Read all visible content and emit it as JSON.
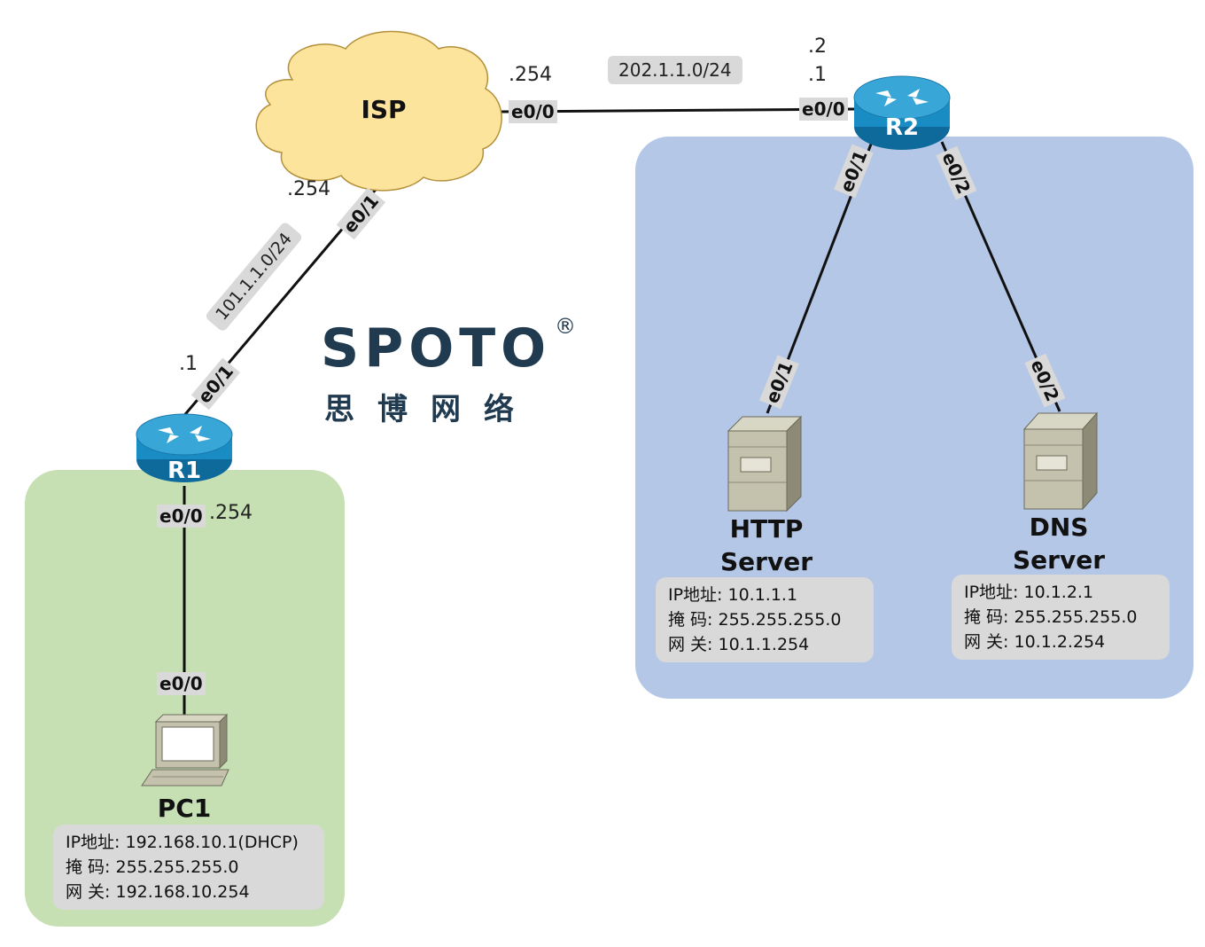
{
  "zones": {
    "left_color": "#c6e0b4",
    "right_color": "#b4c7e7"
  },
  "logo": {
    "brand": "SPOTO",
    "registered_mark": "®",
    "chinese": "思博网络",
    "color": "#203a4f"
  },
  "devices": {
    "isp": {
      "label": "ISP",
      "icon": "cloud-icon",
      "color": "#fde49c"
    },
    "r1": {
      "label": "R1",
      "icon": "router-icon",
      "color": "#1a8cc4"
    },
    "r2": {
      "label": "R2",
      "icon": "router-icon",
      "color": "#1a8cc4"
    },
    "http_server": {
      "label_line1": "HTTP",
      "label_line2": "Server",
      "icon": "server-icon"
    },
    "dns_server": {
      "label_line1": "DNS",
      "label_line2": "Server",
      "icon": "server-icon"
    },
    "pc1": {
      "label": "PC1",
      "icon": "pc-icon"
    }
  },
  "links": {
    "isp_r2": {
      "subnet": "202.1.1.0/24",
      "isp_port": "e0/0",
      "isp_ip": ".254",
      "r2_port": "e0/0",
      "r2_ip_top": ".2",
      "r2_ip": ".1"
    },
    "isp_r1": {
      "subnet": "101.1.1.0/24",
      "isp_port": "e0/1",
      "isp_ip": ".254",
      "r1_port": "e0/1",
      "r1_ip": ".1"
    },
    "r1_pc1": {
      "r1_port": "e0/0",
      "r1_ip": ".254",
      "pc_port": "e0/0"
    },
    "r2_http": {
      "r2_port": "e0/1",
      "server_port": "e0/1"
    },
    "r2_dns": {
      "r2_port": "e0/2",
      "server_port": "e0/2"
    }
  },
  "info": {
    "http": {
      "ip": "IP地址: 10.1.1.1",
      "mask": "掩   码: 255.255.255.0",
      "gw": "网   关: 10.1.1.254"
    },
    "dns": {
      "ip": "IP地址: 10.1.2.1",
      "mask": "掩   码: 255.255.255.0",
      "gw": "网   关: 10.1.2.254"
    },
    "pc1": {
      "ip": "IP地址: 192.168.10.1(DHCP)",
      "mask": "掩   码: 255.255.255.0",
      "gw": "网   关: 192.168.10.254"
    }
  }
}
